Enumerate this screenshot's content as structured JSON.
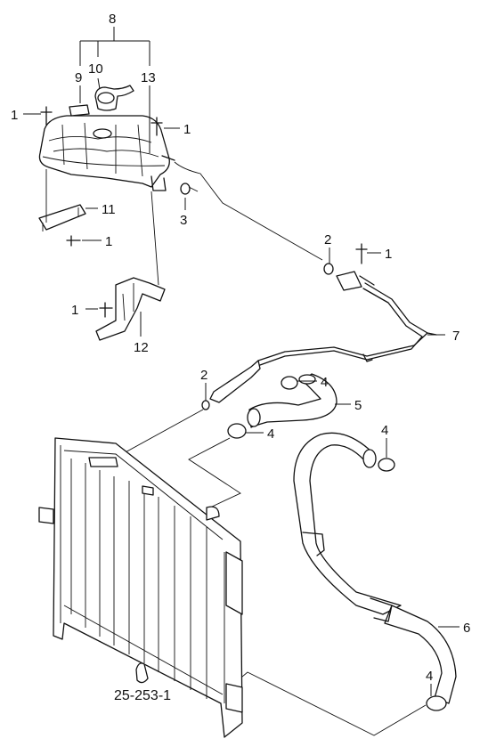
{
  "callouts": [
    {
      "id": "c8",
      "text": "8"
    },
    {
      "id": "c9",
      "text": "9"
    },
    {
      "id": "c10",
      "text": "10"
    },
    {
      "id": "c13",
      "text": "13"
    },
    {
      "id": "c1a",
      "text": "1"
    },
    {
      "id": "c1b",
      "text": "1"
    },
    {
      "id": "c11",
      "text": "11"
    },
    {
      "id": "c1c",
      "text": "1"
    },
    {
      "id": "c3",
      "text": "3"
    },
    {
      "id": "c2a",
      "text": "2"
    },
    {
      "id": "c1d",
      "text": "1"
    },
    {
      "id": "c1e",
      "text": "1"
    },
    {
      "id": "c12",
      "text": "12"
    },
    {
      "id": "c7",
      "text": "7"
    },
    {
      "id": "c2b",
      "text": "2"
    },
    {
      "id": "c4a",
      "text": "4"
    },
    {
      "id": "c5",
      "text": "5"
    },
    {
      "id": "c4b",
      "text": "4"
    },
    {
      "id": "c4c",
      "text": "4"
    },
    {
      "id": "c6",
      "text": "6"
    },
    {
      "id": "c4d",
      "text": "4"
    }
  ],
  "reference": "25-253-1"
}
